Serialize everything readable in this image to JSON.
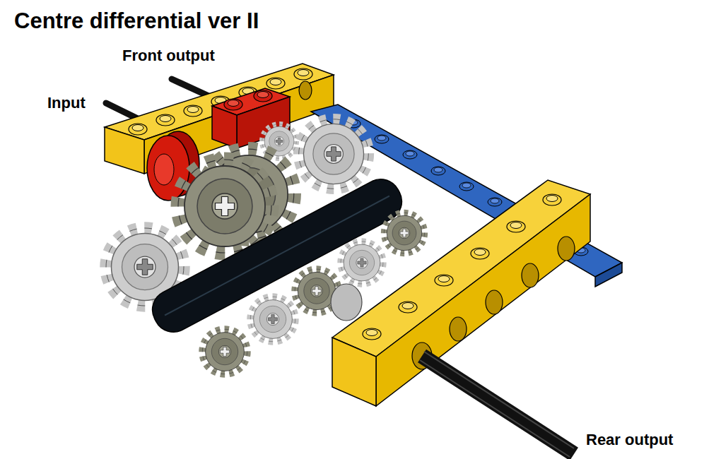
{
  "diagram": {
    "title": "Centre differential ver II",
    "labels": [
      "Front output",
      "Input",
      "Rear output"
    ]
  }
}
